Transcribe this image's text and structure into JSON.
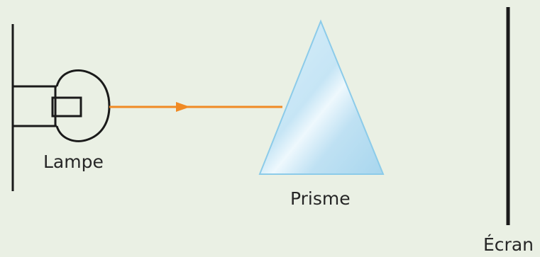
{
  "labels": {
    "lamp": "Lampe",
    "prism": "Prisme",
    "screen": "Écran"
  },
  "colors": {
    "background": "#eaf0e4",
    "stroke": "#1a1a1a",
    "light_ray": "#f08a24",
    "prism_fill": "#cfe9f6",
    "prism_edge": "#8ccbe9"
  },
  "icons": {
    "lamp": "light-bulb-icon",
    "ray_direction": "arrow-right-icon"
  }
}
